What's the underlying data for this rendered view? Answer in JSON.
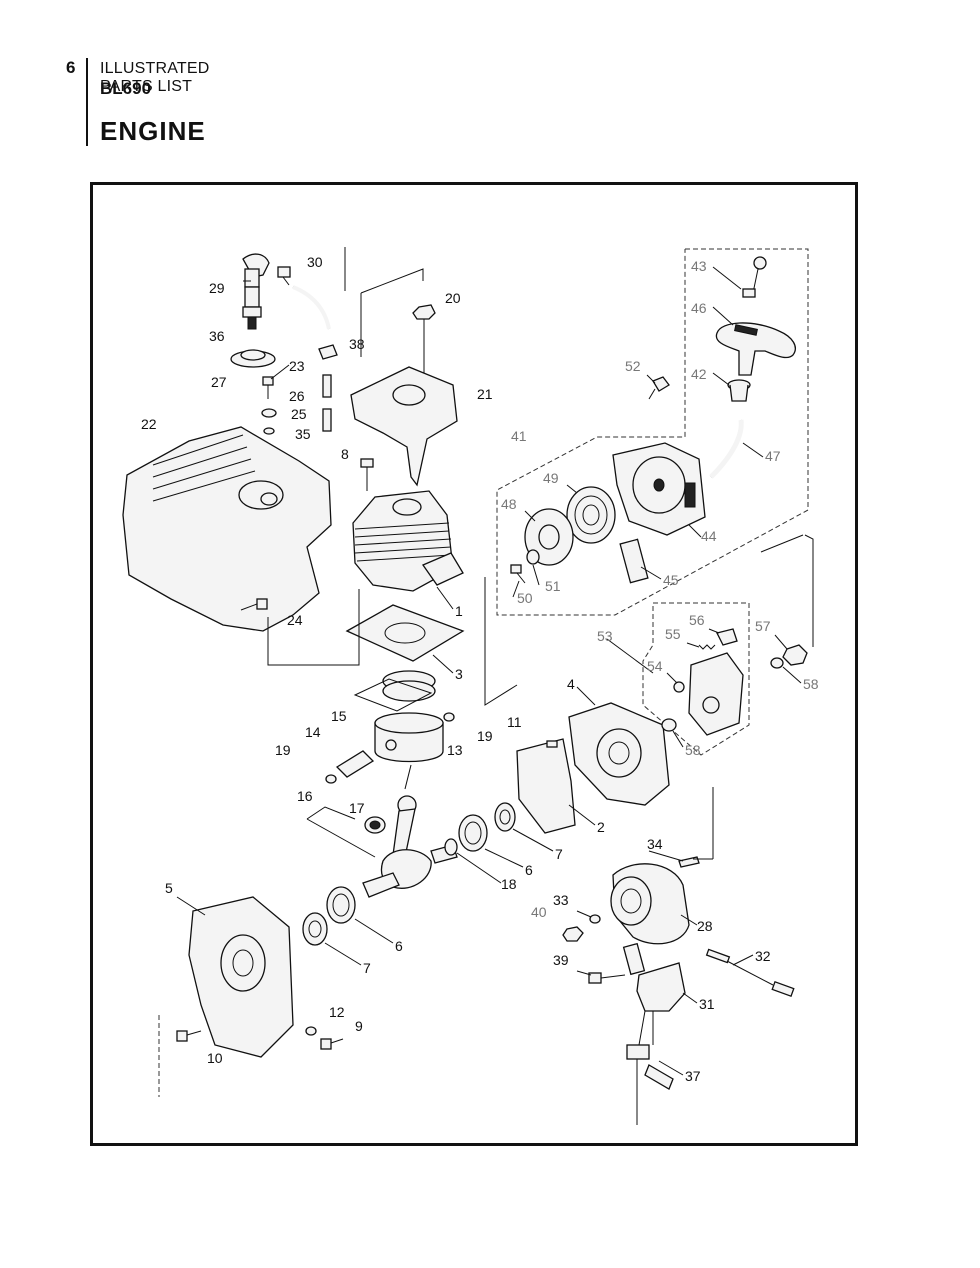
{
  "header": {
    "page_number": "6",
    "section": "ILLUSTRATED PARTS LIST",
    "model": "BL690",
    "title": "ENGINE"
  },
  "callouts": [
    "1",
    "2",
    "3",
    "4",
    "5",
    "6",
    "6",
    "7",
    "7",
    "8",
    "9",
    "10",
    "11",
    "12",
    "13",
    "14",
    "15",
    "16",
    "17",
    "18",
    "19",
    "19",
    "20",
    "21",
    "22",
    "23",
    "24",
    "25",
    "26",
    "27",
    "28",
    "29",
    "30",
    "31",
    "32",
    "33",
    "34",
    "35",
    "36",
    "37",
    "38",
    "39",
    "40",
    "41",
    "42",
    "43",
    "44",
    "45",
    "46",
    "47",
    "48",
    "49",
    "50",
    "51",
    "52",
    "53",
    "54",
    "55",
    "56",
    "57",
    "58",
    "58"
  ]
}
